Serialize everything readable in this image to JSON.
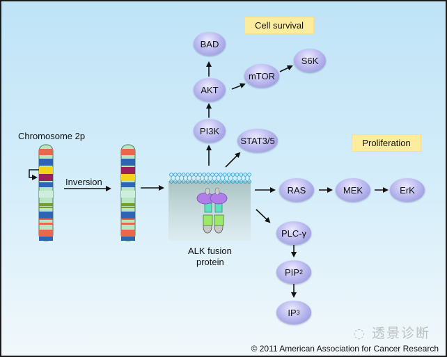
{
  "figure": {
    "labels": {
      "chromosome": "Chromosome 2p",
      "inversion": "Inversion",
      "alk_line1": "ALK fusion",
      "alk_line2": "protein"
    },
    "badges": {
      "cell_survival": "Cell survival",
      "proliferation": "Proliferation"
    },
    "nodes": {
      "bad": "BAD",
      "akt": "AKT",
      "mtor": "mTOR",
      "s6k": "S6K",
      "pi3k": "PI3K",
      "stat": "STAT3/5",
      "ras": "RAS",
      "mek": "MEK",
      "erk": "ErK",
      "plc": "PLC-γ",
      "pip_base": "PIP",
      "pip_sub": "2",
      "ip_base": "IP",
      "ip_sub": "3"
    },
    "pathways": [
      [
        "ALK",
        "PI3K",
        "AKT",
        "BAD"
      ],
      [
        "AKT",
        "mTOR",
        "S6K"
      ],
      [
        "ALK",
        "STAT3/5"
      ],
      [
        "ALK",
        "RAS",
        "MEK",
        "ErK"
      ],
      [
        "ALK",
        "PLC-γ",
        "PIP2",
        "IP3"
      ]
    ],
    "chromosome_bands_original": [
      "#e9674a",
      "#2e64b4",
      "#f3d21a",
      "#9b1f5a",
      "#2e64b4",
      "#7a9a2a",
      "#2e64b4",
      "#e9674a",
      "#e9674a",
      "#2e64b4"
    ],
    "chromosome_bands_inverted": [
      "#e9674a",
      "#2e64b4",
      "#9b1f5a",
      "#f3d21a",
      "#2e64b4",
      "#7a9a2a",
      "#2e64b4",
      "#e9674a",
      "#e9674a",
      "#2e64b4"
    ],
    "colors": {
      "node_fill": "#bdbcf0",
      "badge_fill": "#fbec9e",
      "membrane": "#3aa7d6",
      "kinase_purple": "#b07ee8",
      "domain_teal": "#5fe0c0",
      "domain_green": "#9be86a"
    },
    "copyright": "© 2011 American Association for Cancer Research",
    "watermark": "透景诊断"
  }
}
